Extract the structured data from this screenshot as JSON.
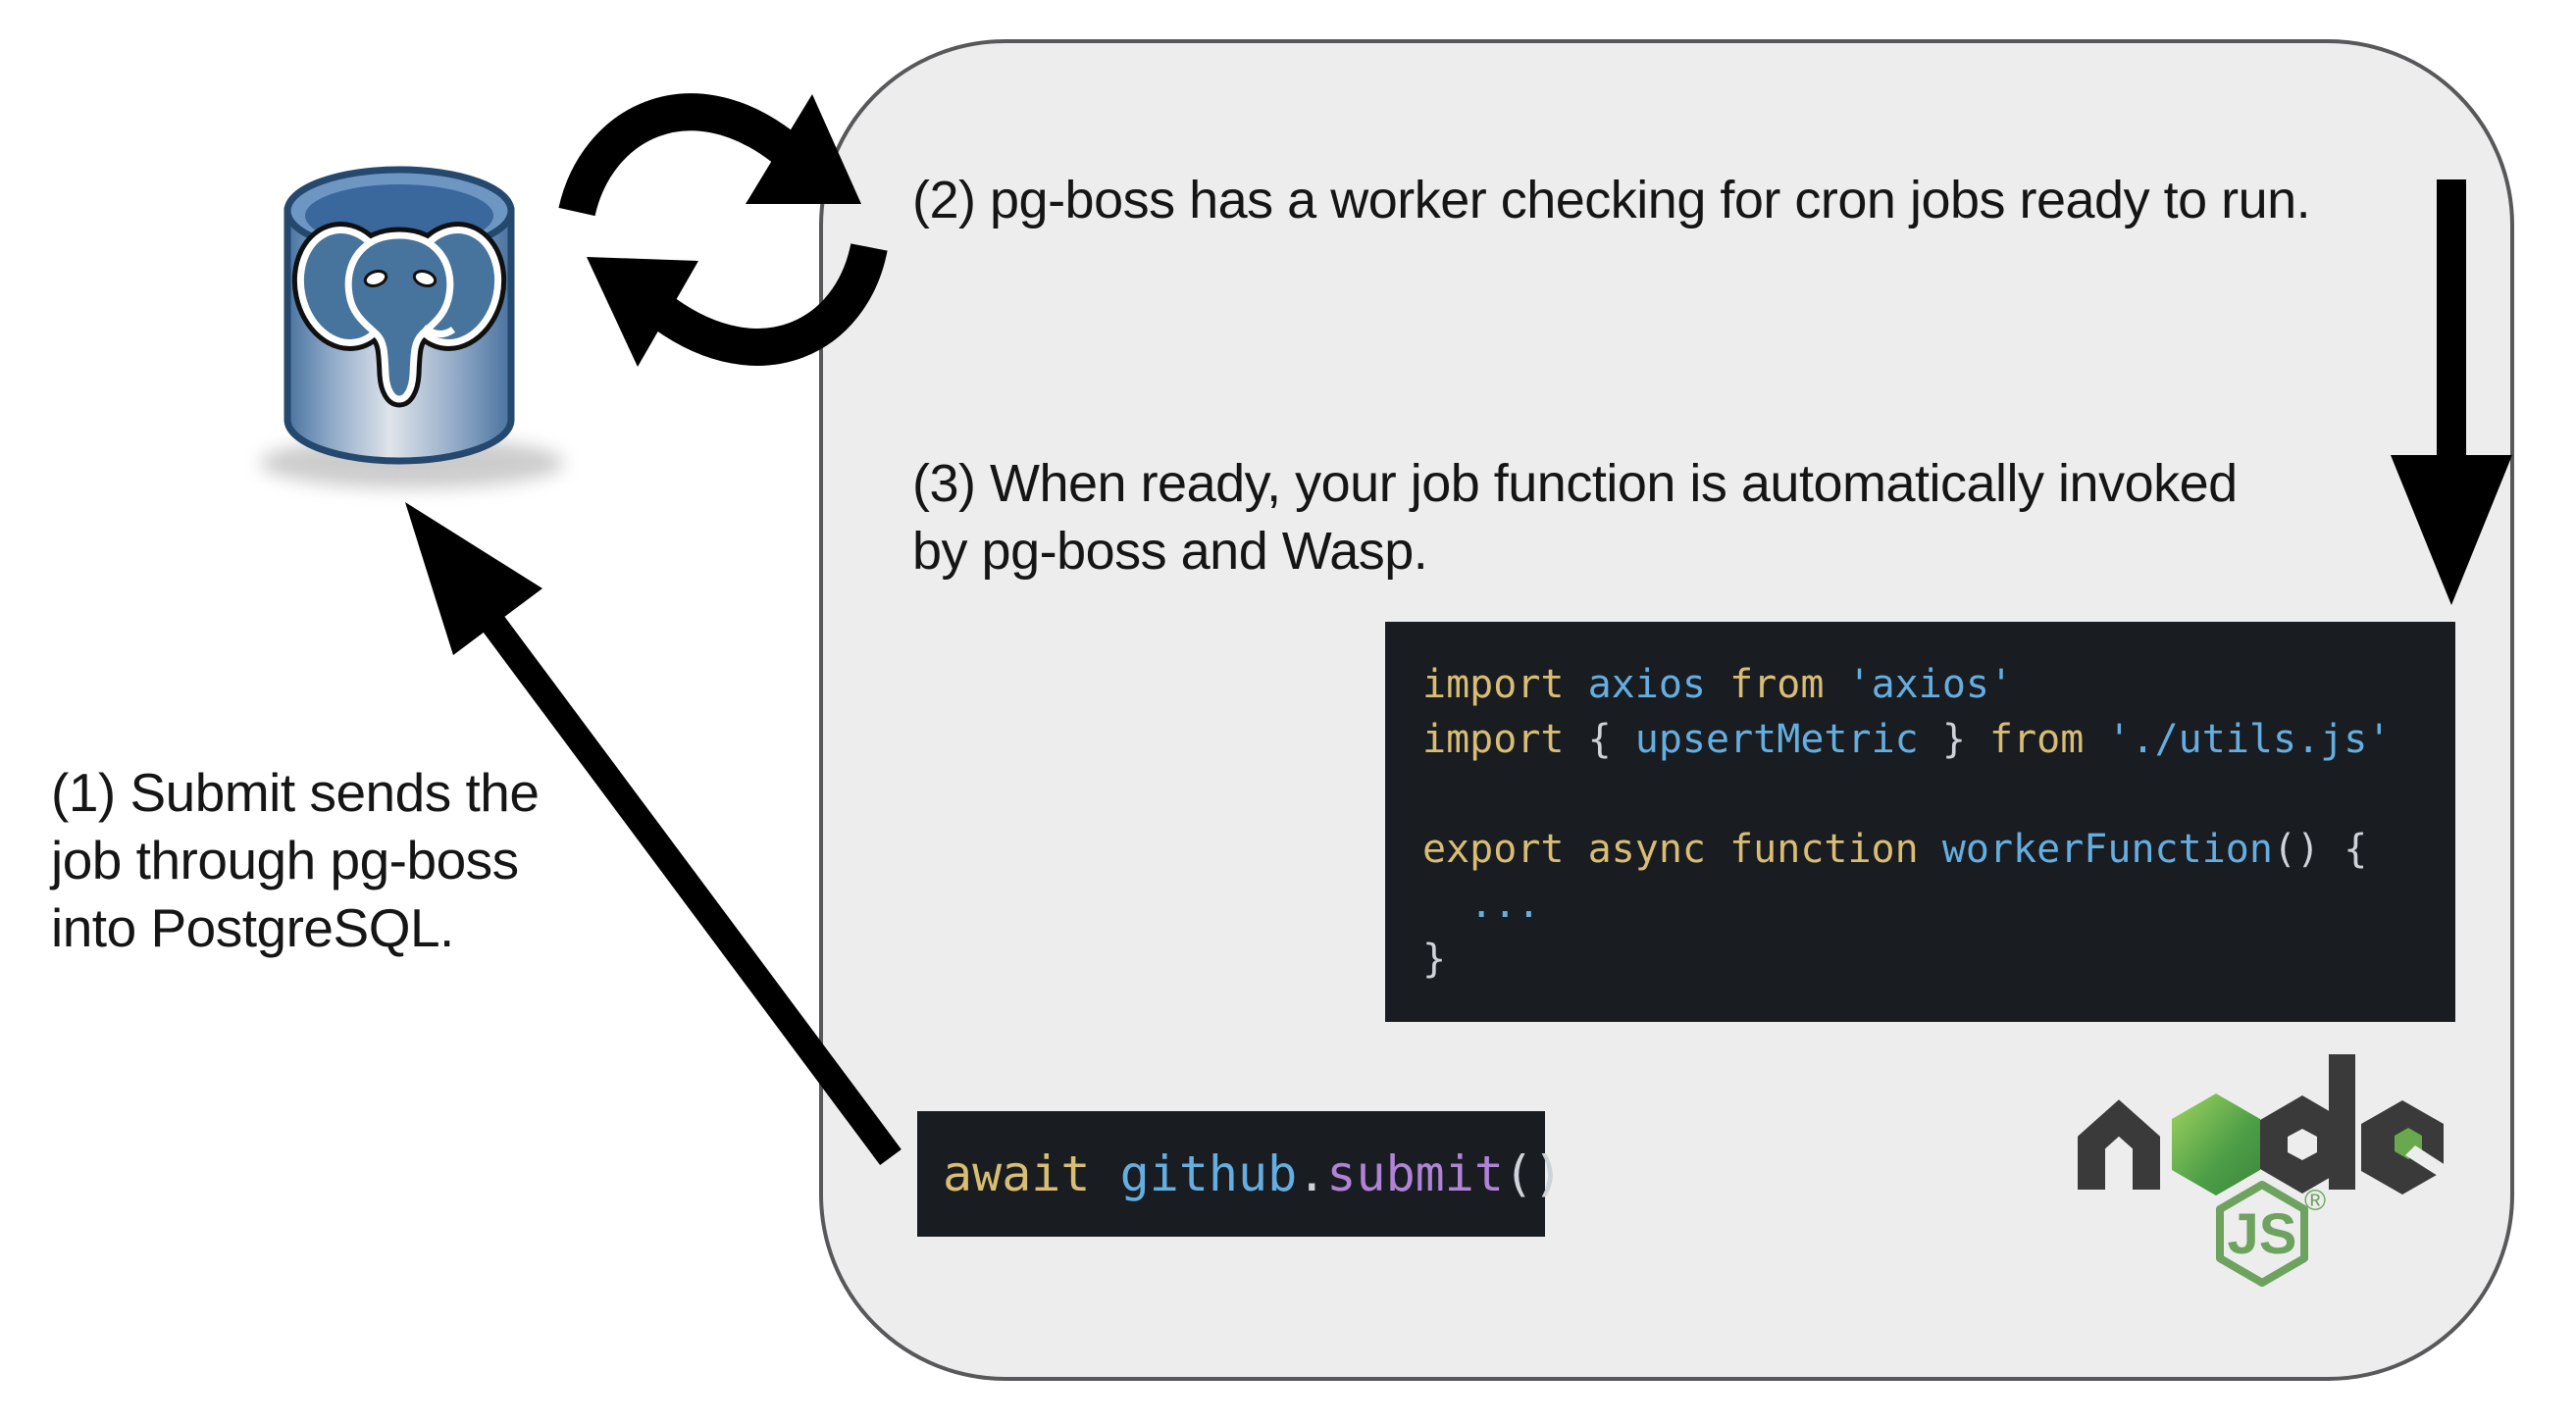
{
  "diagram": {
    "step1": {
      "lines": [
        "(1) Submit sends the",
        "job through pg-boss",
        "into PostgreSQL."
      ]
    },
    "step2": {
      "text": "(2) pg-boss has a worker checking for cron jobs ready to run."
    },
    "step3": {
      "lines": [
        "(3) When ready, your job function is automatically invoked",
        "by pg-boss and Wasp."
      ]
    }
  },
  "code_blocks": {
    "worker_file": {
      "lines": [
        [
          {
            "tok": "keyword",
            "text": "import "
          },
          {
            "tok": "identifier",
            "text": "axios"
          },
          {
            "tok": "keyword",
            "text": " from "
          },
          {
            "tok": "string",
            "text": "'axios'"
          }
        ],
        [
          {
            "tok": "keyword",
            "text": "import "
          },
          {
            "tok": "punctuation",
            "text": "{ "
          },
          {
            "tok": "identifier",
            "text": "upsertMetric"
          },
          {
            "tok": "punctuation",
            "text": " } "
          },
          {
            "tok": "keyword",
            "text": "from "
          },
          {
            "tok": "string",
            "text": "'./utils.js'"
          }
        ],
        [],
        [
          {
            "tok": "keyword",
            "text": "export async function "
          },
          {
            "tok": "identifier",
            "text": "workerFunction"
          },
          {
            "tok": "punctuation",
            "text": "() {"
          }
        ],
        [
          {
            "tok": "identifier",
            "text": "  ..."
          }
        ],
        [
          {
            "tok": "punctuation",
            "text": "}"
          }
        ]
      ]
    },
    "submit_call": {
      "lines": [
        [
          {
            "tok": "keyword",
            "text": "await "
          },
          {
            "tok": "identifier",
            "text": "github"
          },
          {
            "tok": "punctuation",
            "text": "."
          },
          {
            "tok": "method",
            "text": "submit"
          },
          {
            "tok": "punctuation",
            "text": "()"
          }
        ]
      ]
    }
  },
  "code_theme": {
    "background": "#191c21",
    "keyword": "#d9bd72",
    "identifier": "#64aee0",
    "string": "#64aee0",
    "punctuation": "#ced2d9",
    "method": "#b083d6"
  },
  "nodejs_logo": {
    "wordmark": "node",
    "badge": "JS",
    "trademark": "®"
  },
  "icons": [
    {
      "name": "postgresql-logo"
    },
    {
      "name": "sync-cycle-icon"
    },
    {
      "name": "arrow-down-icon"
    },
    {
      "name": "arrow-up-left-icon"
    },
    {
      "name": "nodejs-logo"
    }
  ],
  "colors": {
    "box_fill": "#ededed",
    "box_border": "#57585a",
    "arrow_black": "#000000",
    "postgres_blue": "#336791",
    "postgres_elephant": "#47749d",
    "node_dark": "#3a3a3a",
    "node_green": "#6da35f",
    "node_hex_light": "#a0d45f",
    "node_hex_dark": "#3c873c",
    "label_text": "#151515"
  }
}
